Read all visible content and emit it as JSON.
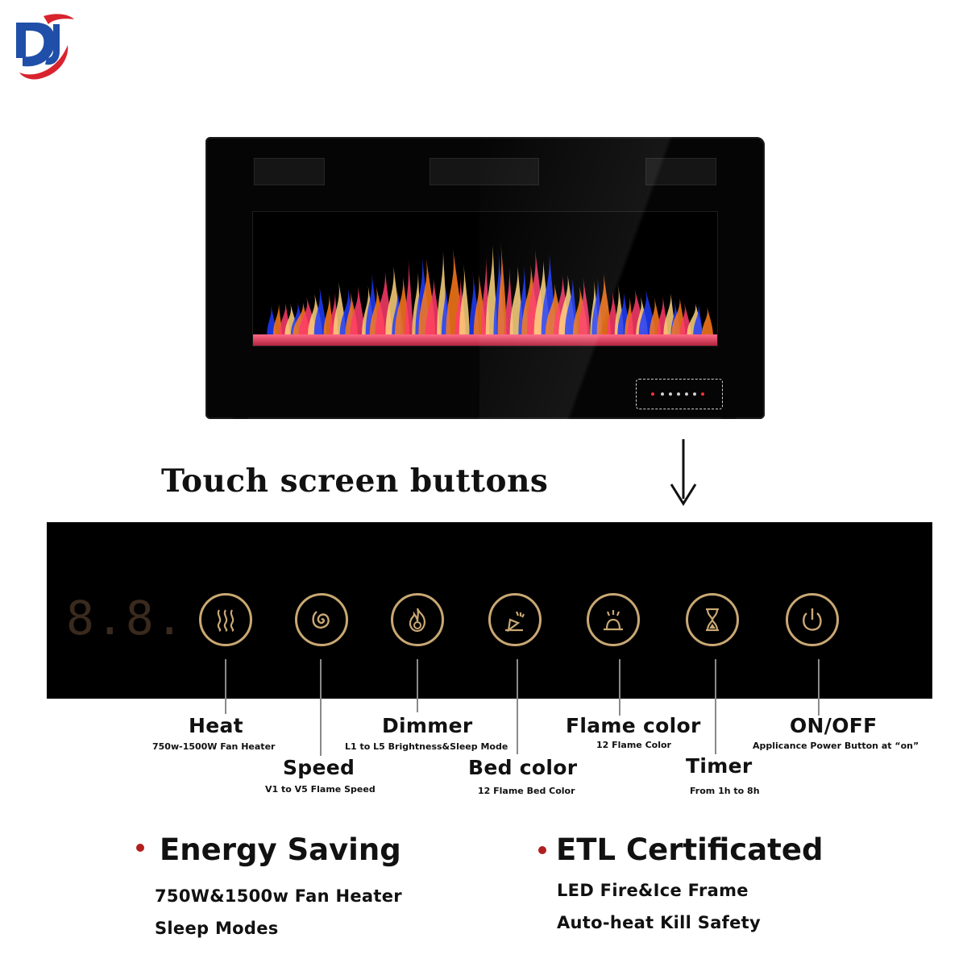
{
  "logo": {
    "icon": "dj-brand-logo",
    "brand_colors": [
      "#1f4fa8",
      "#d9232e"
    ]
  },
  "product": {
    "name": "electric-fireplace-image",
    "flame_colors": [
      "#1f3cff",
      "#ff7a1a",
      "#ff3b6b",
      "#ffd37a"
    ]
  },
  "section_title": "Touch screen buttons",
  "panel": {
    "display": "8.8.",
    "accent_color": "#c9a874",
    "buttons": [
      {
        "id": "heat",
        "icon": "heat-wave-icon",
        "label": "Heat",
        "sublabel": "750w-1500W Fan Heater"
      },
      {
        "id": "speed",
        "icon": "spiral-icon",
        "label": "Speed",
        "sublabel": "V1 to V5 Flame Speed"
      },
      {
        "id": "dimmer",
        "icon": "flame-icon",
        "label": "Dimmer",
        "sublabel": "L1 to L5 Brightness&Sleep Mode"
      },
      {
        "id": "bed-color",
        "icon": "bed-color-icon",
        "label": "Bed color",
        "sublabel": "12 Flame Bed Color"
      },
      {
        "id": "flame-color",
        "icon": "bell-light-icon",
        "label": "Flame color",
        "sublabel": "12 Flame Color"
      },
      {
        "id": "timer",
        "icon": "hourglass-icon",
        "label": "Timer",
        "sublabel": "From 1h to 8h"
      },
      {
        "id": "power",
        "icon": "power-icon",
        "label": "ON/OFF",
        "sublabel": "Applicance Power Button at “on”"
      }
    ]
  },
  "features": [
    {
      "heading": "Energy Saving",
      "lines": [
        "750W&1500w Fan Heater",
        "Sleep Modes"
      ]
    },
    {
      "heading": "ETL Certificated",
      "lines": [
        "LED Fire&Ice Frame",
        "Auto-heat Kill Safety"
      ]
    }
  ],
  "bullet_color": "#b21f1f"
}
